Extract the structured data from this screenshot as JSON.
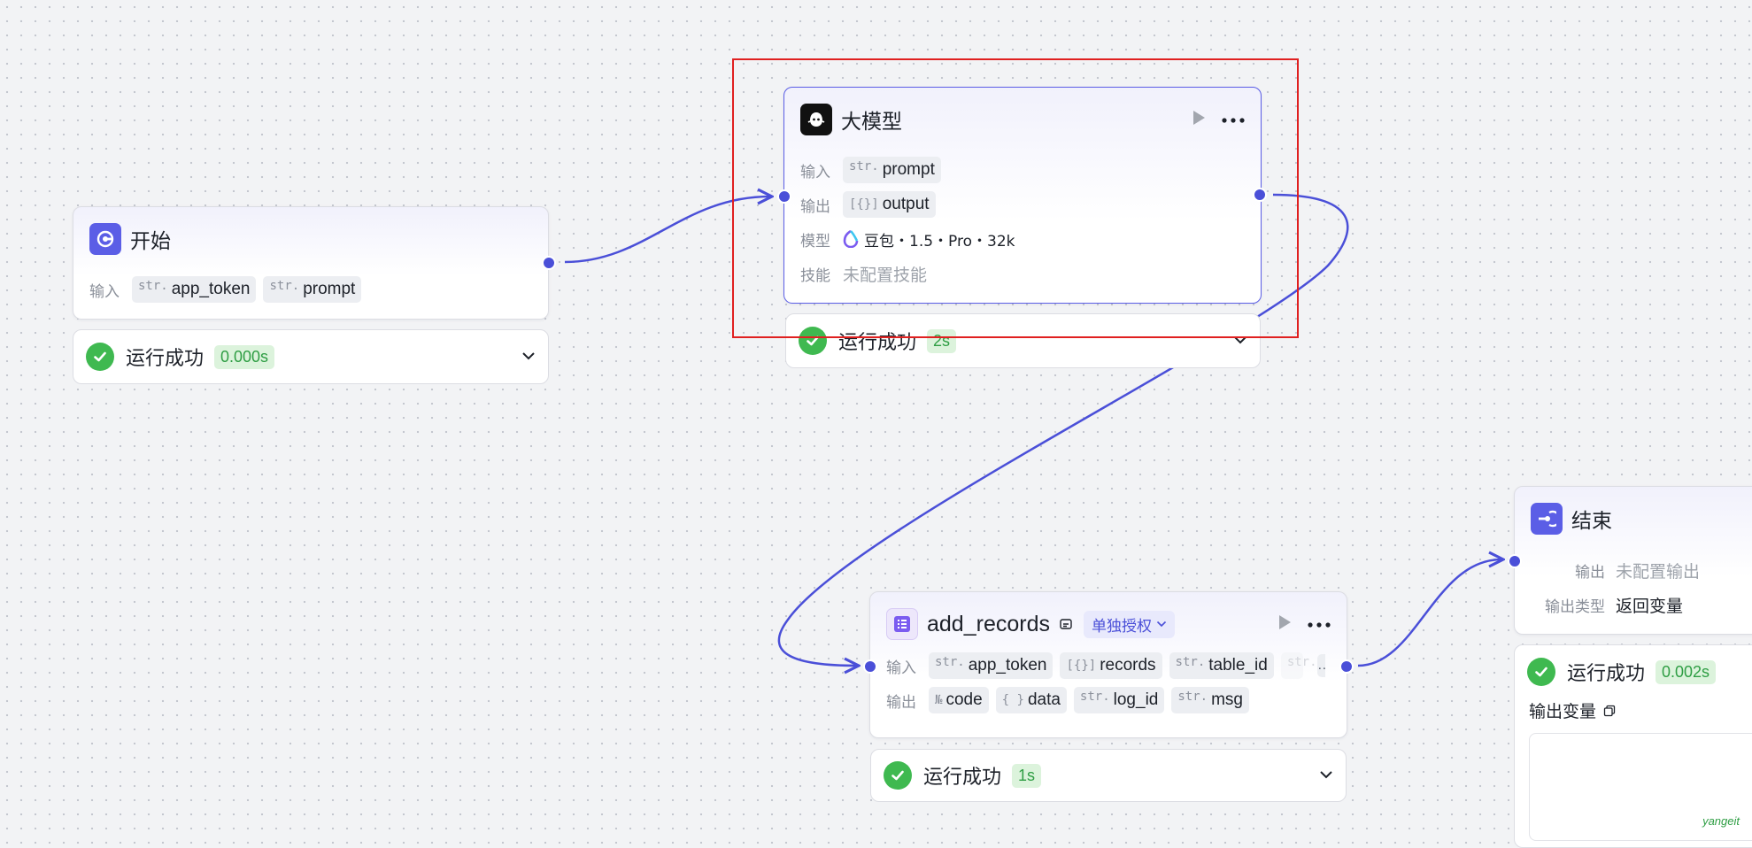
{
  "nodes": {
    "start": {
      "title": "开始",
      "input_label": "输入",
      "inputs": [
        {
          "type": "str.",
          "name": "app_token"
        },
        {
          "type": "str.",
          "name": "prompt"
        }
      ],
      "status": {
        "text": "运行成功",
        "time": "0.000s"
      }
    },
    "llm": {
      "title": "大模型",
      "input_label": "输入",
      "inputs": [
        {
          "type": "str.",
          "name": "prompt"
        }
      ],
      "output_label": "输出",
      "outputs": [
        {
          "type": "[{}]",
          "name": "output"
        }
      ],
      "model_label": "模型",
      "model_value": "豆包・1.5・Pro・32k",
      "skill_label": "技能",
      "skill_value": "未配置技能",
      "status": {
        "text": "运行成功",
        "time": "2s"
      }
    },
    "add_records": {
      "title": "add_records",
      "auth_badge": "单独授权",
      "input_label": "输入",
      "inputs": [
        {
          "type": "str.",
          "name": "app_token"
        },
        {
          "type": "[{}]",
          "name": "records"
        },
        {
          "type": "str.",
          "name": "table_id"
        },
        {
          "type": "str.",
          "name": ""
        }
      ],
      "more": "…",
      "output_label": "输出",
      "outputs": [
        {
          "type": "№",
          "name": "code"
        },
        {
          "type": "{ }",
          "name": "data"
        },
        {
          "type": "str.",
          "name": "log_id"
        },
        {
          "type": "str.",
          "name": "msg"
        }
      ],
      "status": {
        "text": "运行成功",
        "time": "1s"
      }
    },
    "end": {
      "title": "结束",
      "output_label": "输出",
      "output_value": "未配置输出",
      "output_type_label": "输出类型",
      "output_type_value": "返回变量",
      "status": {
        "text": "运行成功",
        "time": "0.002s"
      },
      "output_vars_label": "输出变量"
    }
  },
  "watermark": "yangeit",
  "colors": {
    "accent": "#4a4fd8",
    "success": "#3fb950",
    "selection_box": "#e02020"
  },
  "icons": {
    "start": "start-icon",
    "llm": "llm-ghost-icon",
    "add_records": "table-list-icon",
    "end": "end-icon",
    "model": "doubao-logo-icon"
  }
}
